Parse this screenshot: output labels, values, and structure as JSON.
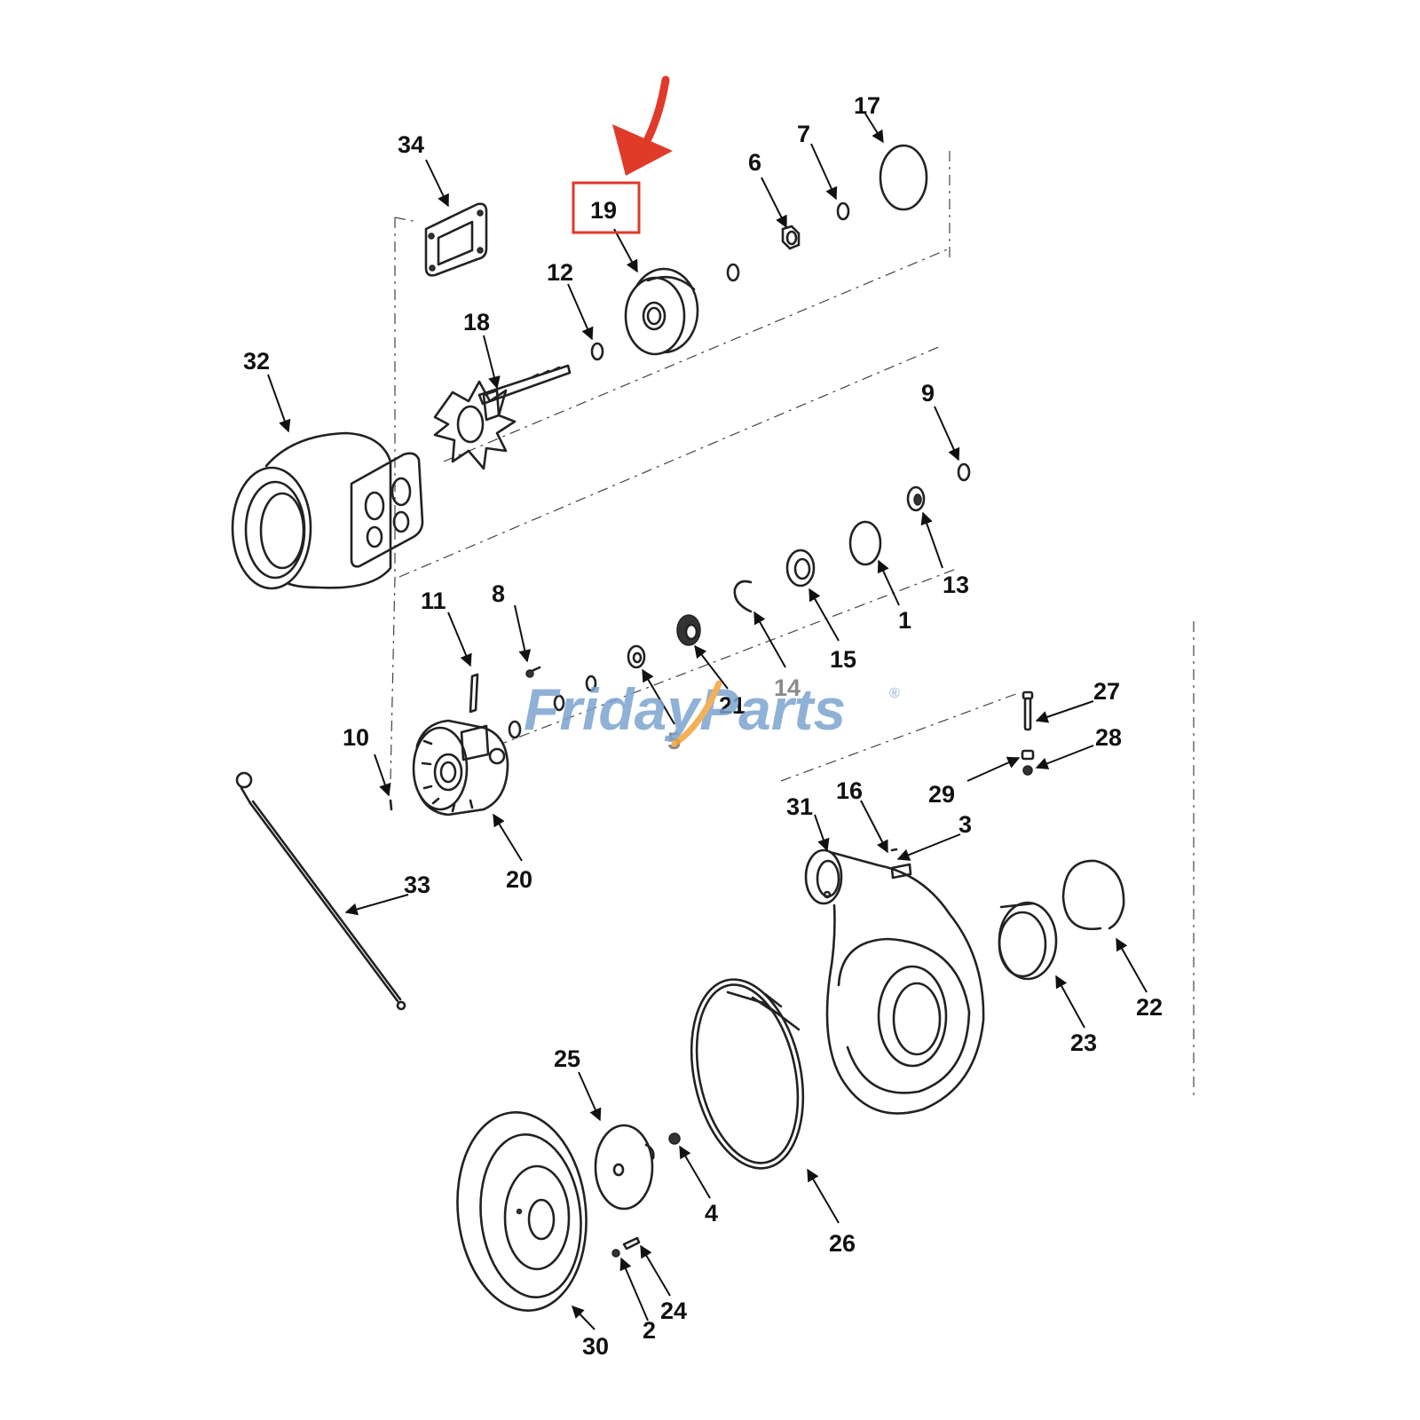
{
  "colors": {
    "highlight": "#e03a2a",
    "watermark_blue": "#7da4cf",
    "watermark_orange": "#f2a33a",
    "line": "#222222"
  },
  "watermark": {
    "brand_part1": "Friday",
    "brand_part2": "Parts",
    "registered_mark": "®"
  },
  "highlighted_part": "19",
  "callouts": [
    {
      "id": "34",
      "label": "34"
    },
    {
      "id": "19",
      "label": "19"
    },
    {
      "id": "17",
      "label": "17"
    },
    {
      "id": "7",
      "label": "7"
    },
    {
      "id": "6",
      "label": "6"
    },
    {
      "id": "12",
      "label": "12"
    },
    {
      "id": "18",
      "label": "18"
    },
    {
      "id": "32",
      "label": "32"
    },
    {
      "id": "9",
      "label": "9"
    },
    {
      "id": "13",
      "label": "13"
    },
    {
      "id": "1",
      "label": "1"
    },
    {
      "id": "15",
      "label": "15"
    },
    {
      "id": "14",
      "label": "14"
    },
    {
      "id": "11",
      "label": "11"
    },
    {
      "id": "8",
      "label": "8"
    },
    {
      "id": "21",
      "label": "21"
    },
    {
      "id": "5",
      "label": "5"
    },
    {
      "id": "10",
      "label": "10"
    },
    {
      "id": "20",
      "label": "20"
    },
    {
      "id": "27",
      "label": "27"
    },
    {
      "id": "28",
      "label": "28"
    },
    {
      "id": "29",
      "label": "29"
    },
    {
      "id": "16",
      "label": "16"
    },
    {
      "id": "3",
      "label": "3"
    },
    {
      "id": "31",
      "label": "31"
    },
    {
      "id": "33",
      "label": "33"
    },
    {
      "id": "22",
      "label": "22"
    },
    {
      "id": "23",
      "label": "23"
    },
    {
      "id": "25",
      "label": "25"
    },
    {
      "id": "4",
      "label": "4"
    },
    {
      "id": "26",
      "label": "26"
    },
    {
      "id": "30",
      "label": "30"
    },
    {
      "id": "2",
      "label": "2"
    },
    {
      "id": "24",
      "label": "24"
    }
  ]
}
